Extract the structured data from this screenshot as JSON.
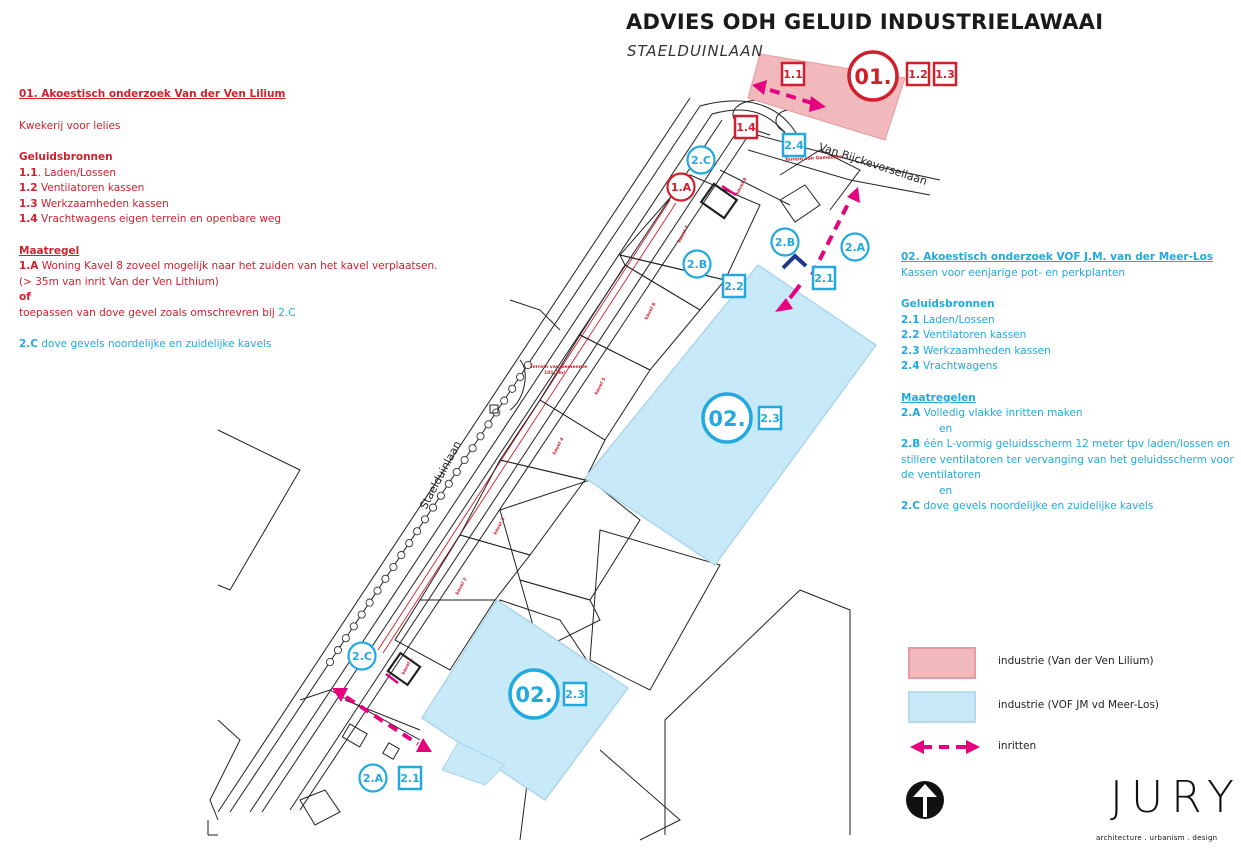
{
  "header": {
    "title": "ADVIES ODH GELUID INDUSTRIELAWAAI",
    "subtitle": "STAELDUINLAAN"
  },
  "left_panel": {
    "heading": "01. Akoestisch onderzoek Van der Ven Lilium",
    "description": "Kwekerij voor lelies",
    "sources_title": "Geluidsbronnen",
    "sources": [
      {
        "code": "1.1",
        "text": ". Laden/Lossen"
      },
      {
        "code": "1.2",
        "text": " Ventilatoren kassen"
      },
      {
        "code": "1.3",
        "text": " Werkzaamheden kassen"
      },
      {
        "code": "1.4",
        "text": " Vrachtwagens eigen terrein en openbare weg"
      }
    ],
    "measure_title": "Maatregel",
    "measure_code": "1.A",
    "measure_text": " Woning Kavel 8 zoveel mogelijk naar het zuiden van het kavel verplaatsen.",
    "measure_note": "(> 35m van inrit Van der Ven Lithium)",
    "or_label": "of",
    "alt_text": "toepassen van dove gevel zoals omschrevren bij ",
    "alt_ref": "2.C",
    "facade_code": "2.C",
    "facade_text": " dove gevels noordelijke en zuidelijke kavels"
  },
  "right_panel": {
    "heading": "02. Akoestisch onderzoek VOF J.M. van der Meer-Los",
    "description": "Kassen voor eenjarige pot- en perkplanten",
    "sources_title": "Geluidsbronnen",
    "sources": [
      {
        "code": "2.1",
        "text": " Laden/Lossen"
      },
      {
        "code": "2.2",
        "text": " Ventilatoren kassen"
      },
      {
        "code": "2.3",
        "text": " Werkzaamheden kassen"
      },
      {
        "code": "2.4",
        "text": " Vrachtwagens"
      }
    ],
    "measures_title": "Maatregelen",
    "measure_a_code": "2.A",
    "measure_a_text": " Volledig vlakke inritten maken",
    "and_label": "en",
    "measure_b_code": "2.B",
    "measure_b_line1": " één L-vormig geluidsscherm 12 meter tpv laden/lossen en",
    "measure_b_line2": "stillere ventilatoren ter vervanging van het geluidsscherm voor",
    "measure_b_line3": "de ventilatoren",
    "and_label_2": "en",
    "measure_c_code": "2.C",
    "measure_c_text": " dove gevels noordelijke en zuidelijke kavels"
  },
  "map": {
    "street_staelduinlaan": "Staelduinlaan",
    "street_van_bijckevorsellaan": "Van Bijckevorsellaan",
    "zone_01_label": "01.",
    "zone_02_label": "02.",
    "marker_labels": [
      "1.1",
      "1.2",
      "1.3",
      "1.4",
      "1.A",
      "2.1",
      "2.2",
      "2.3",
      "2.4",
      "2.A",
      "2.B",
      "2.C"
    ],
    "small_labels": {
      "gemeente": "Terrein van Gemeente",
      "gemeente_area": "101,7m²",
      "terrain_note": "Terrein van Gemeente",
      "kavels": [
        "kavel 8",
        "kavel 7",
        "kavel 6",
        "kavel 5",
        "kavel 4",
        "kavel 3",
        "kavel 2",
        "kavel 1"
      ]
    }
  },
  "legend": {
    "items": [
      {
        "label": "industrie (Van der Ven Lilium)",
        "color": "#f2b9bc"
      },
      {
        "label": "industrie (VOF JM vd Meer-Los)",
        "color": "#c7e9f8"
      },
      {
        "label": "inritten",
        "color": "#e6007e"
      }
    ]
  },
  "logo": {
    "word": "JURY!",
    "tagline": "architecture . urbanism . design"
  },
  "colors": {
    "red": "#d0202e",
    "blue": "#22a9e0",
    "magenta": "#e6007e",
    "pink_fill": "#f2b9bc",
    "light_blue_fill": "#c7e9f8"
  }
}
